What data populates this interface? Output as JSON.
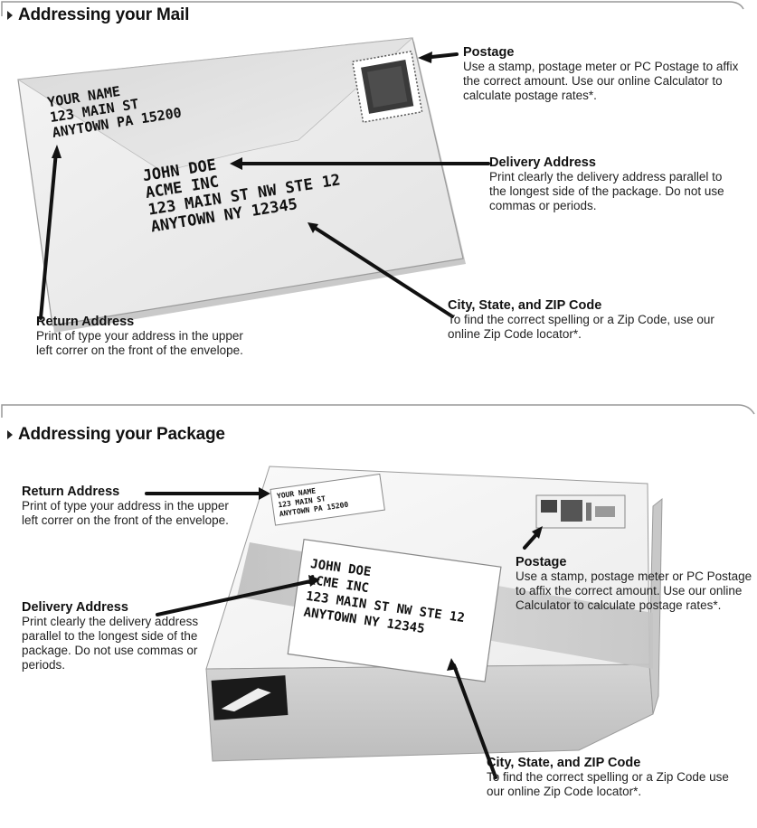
{
  "mail": {
    "title": "Addressing your Mail",
    "envelope": {
      "return_lines": [
        "YOUR NAME",
        "123 MAIN ST",
        "ANYTOWN PA 15200"
      ],
      "delivery_lines": [
        "JOHN DOE",
        "ACME INC",
        "123 MAIN ST NW STE 12",
        "ANYTOWN NY 12345"
      ]
    },
    "postage": {
      "title": "Postage",
      "text": "Use a stamp, postage meter or PC Postage to affix  the correct amount. Use our online Calculator to calculate postage rates*."
    },
    "delivery": {
      "title": "Delivery Address",
      "text": "Print clearly the delivery address parallel to the longest side of the package. Do not use commas or periods."
    },
    "city": {
      "title": "City, State, and ZIP Code",
      "text": "To find the correct spelling or a Zip Code, use our online Zip Code locator*."
    },
    "return": {
      "title": "Return Address",
      "text": "Print of type your address in the upper left correr on the front of the envelope."
    }
  },
  "package": {
    "title": "Addressing your Package",
    "box": {
      "return_lines": [
        "YOUR NAME",
        "123 MAIN ST",
        "ANYTOWN PA 15200"
      ],
      "delivery_lines": [
        "JOHN DOE",
        "ACME INC",
        "123 MAIN ST NW STE 12",
        "ANYTOWN NY 12345"
      ]
    },
    "return": {
      "title": "Return Address",
      "text": "Print of type your address in the upper left correr on the front of the envelope."
    },
    "postage": {
      "title": "Postage",
      "text": "Use a stamp, postage meter or PC Postage to affix  the correct amount. Use our online Calculator to calculate postage rates*."
    },
    "delivery": {
      "title": "Delivery Address",
      "text": "Print clearly the delivery address parallel to the longest side of the package. Do not use commas or periods."
    },
    "city": {
      "title": "City, State, and ZIP Code",
      "text": "To find the correct spelling or a Zip Code use our online Zip Code locator*."
    }
  }
}
